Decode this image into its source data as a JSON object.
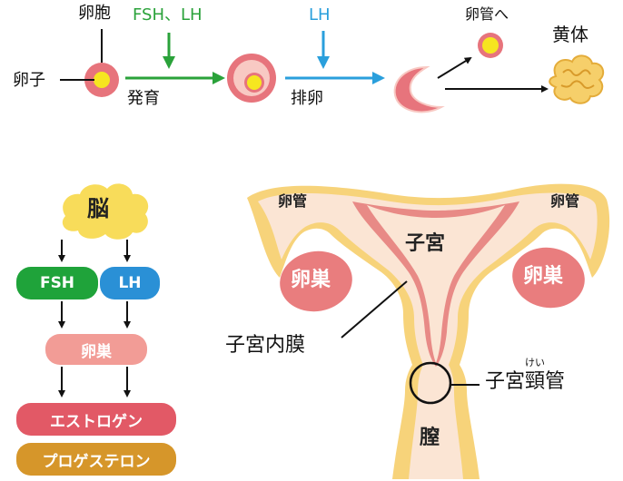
{
  "colors": {
    "follicle_red": "#e7747c",
    "follicle_light": "#f8c9c3",
    "egg_yellow": "#f6e620",
    "arrow_green": "#2aa23a",
    "arrow_blue": "#2a9fdc",
    "brain_yellow": "#f8dc5a",
    "fsh_green": "#1fa33a",
    "lh_blue": "#2a90d6",
    "ovary_pill": "#f29c96",
    "estrogen": "#e25966",
    "progesterone": "#d6962a",
    "uterus_yellow": "#f7d37a",
    "uterus_fill": "#fbe5d4",
    "endometrium": "#e88a86",
    "ovary_organ": "#e97d7e"
  },
  "top": {
    "follicle_label": "卵胞",
    "egg_label": "卵子",
    "hormone1_label": "FSH、LH",
    "development_label": "発育",
    "hormone2_label": "LH",
    "ovulation_label": "排卵",
    "to_tube_label": "卵管へ",
    "corpus_luteum_label": "黄体"
  },
  "hormone_chart": {
    "brain": "脳",
    "fsh": "FSH",
    "lh": "LH",
    "ovary": "卵巣",
    "estrogen": "エストロゲン",
    "progesterone": "プロゲステロン"
  },
  "uterus": {
    "tube_left": "卵管",
    "tube_right": "卵管",
    "uterus": "子宮",
    "ovary_left": "卵巣",
    "ovary_right": "卵巣",
    "endometrium": "子宮内膜",
    "cervix": "子宮頸管",
    "cervix_ruby": "けい",
    "vagina": "膣"
  }
}
